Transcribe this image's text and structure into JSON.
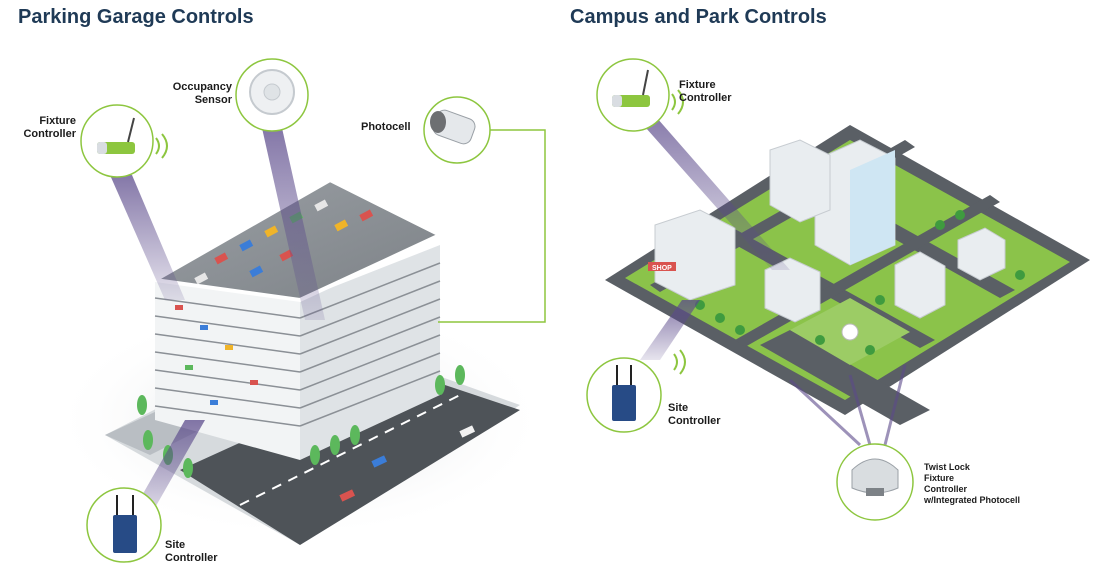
{
  "left": {
    "title": "Parking Garage Controls",
    "labels": {
      "fixture_controller": [
        "Fixture",
        "Controller"
      ],
      "occupancy_sensor": [
        "Occupancy",
        "Sensor"
      ],
      "photocell": "Photocell",
      "site_controller": [
        "Site",
        "Controller"
      ]
    }
  },
  "right": {
    "title": "Campus and Park Controls",
    "labels": {
      "fixture_controller": [
        "Fixture",
        "Controller"
      ],
      "site_controller": [
        "Site",
        "Controller"
      ],
      "twist_lock": [
        "Twist Lock",
        "Fixture",
        "Controller",
        "w/Integrated Photocell"
      ],
      "shop_sign": "SHOP"
    }
  },
  "colors": {
    "title": "#1f3a56",
    "accent_green": "#8dc63f",
    "beam": "#5b4a8b",
    "road": "#555a60",
    "grass": "#78c043",
    "building": "#e9edf0"
  }
}
